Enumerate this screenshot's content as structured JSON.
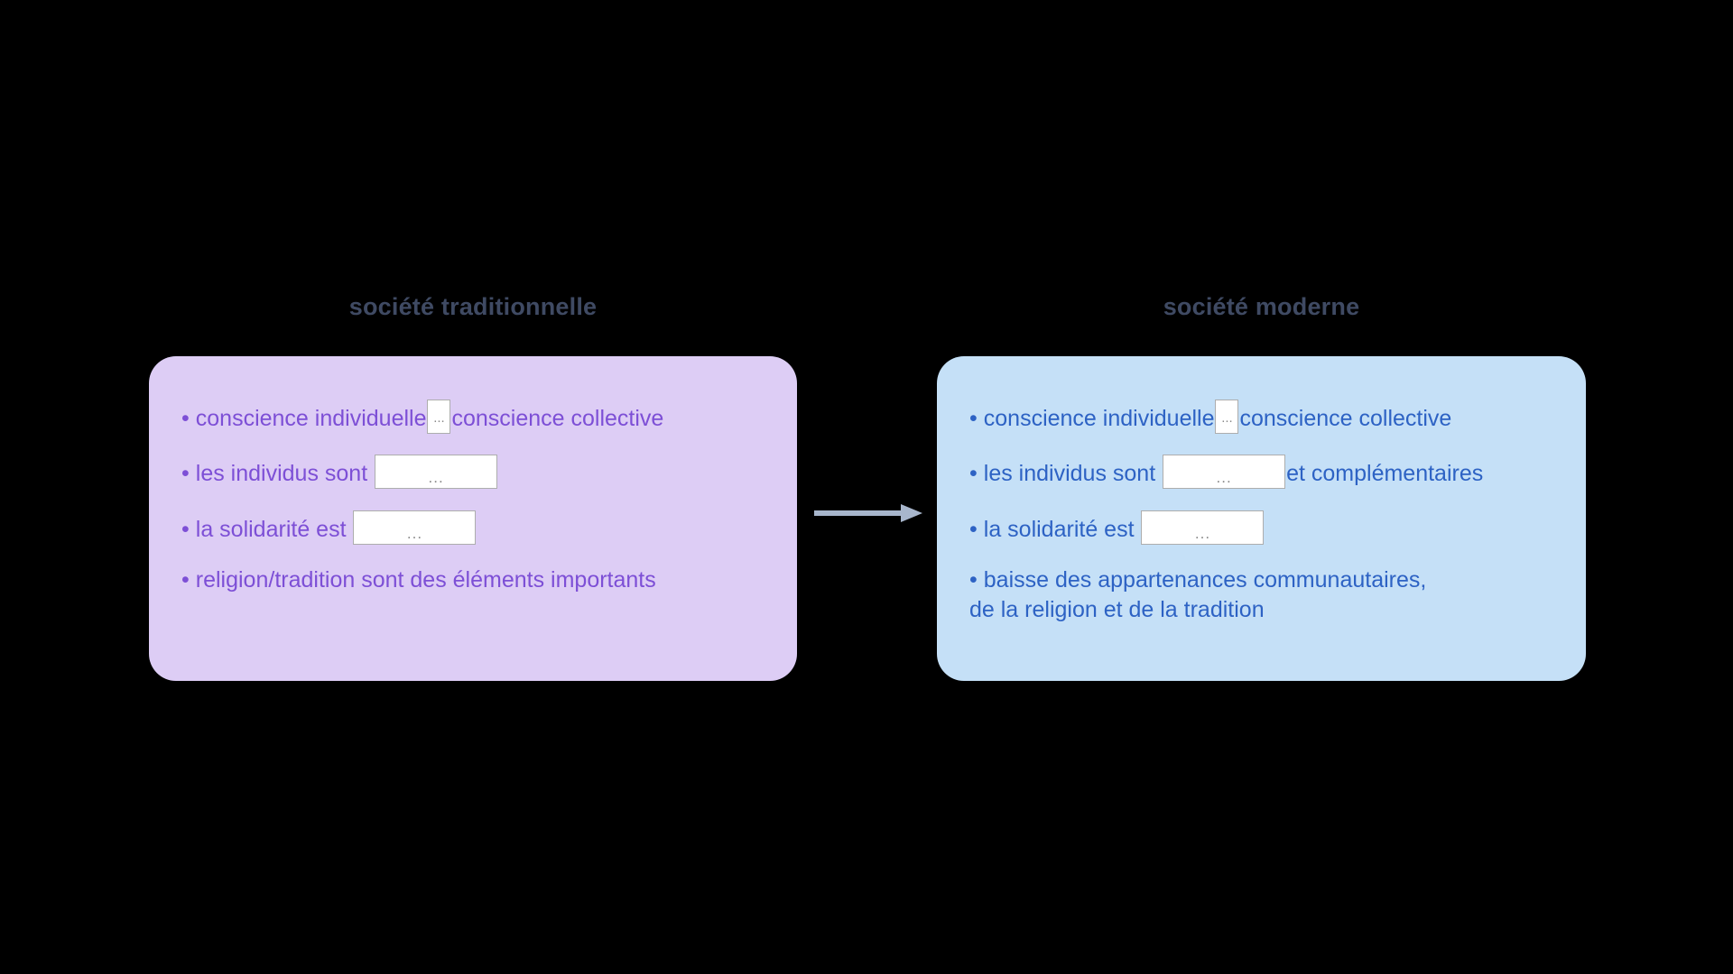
{
  "diagram": {
    "type": "two-panel-comparison",
    "background_color": "#000000",
    "arrow": {
      "name": "transition-arrow",
      "direction": "right",
      "color": "#a8b6cc"
    },
    "columns": [
      {
        "id": "traditional",
        "title": "société traditionnelle",
        "title_color": "#3f4a63",
        "panel_color": "#ddcdf5",
        "text_color": "#7d4fd6",
        "bullets": [
          {
            "id": "conscience",
            "marker": "•",
            "parts": [
              {
                "kind": "text",
                "value": "conscience individuelle"
              },
              {
                "kind": "blank",
                "size": "narrow",
                "value": "..."
              },
              {
                "kind": "text",
                "value": "conscience collective"
              }
            ]
          },
          {
            "id": "individus",
            "marker": "•",
            "parts": [
              {
                "kind": "text",
                "value": "les individus sont "
              },
              {
                "kind": "blank",
                "size": "wide",
                "value": "..."
              }
            ]
          },
          {
            "id": "solidarite",
            "marker": "•",
            "parts": [
              {
                "kind": "text",
                "value": "la solidarité est "
              },
              {
                "kind": "blank",
                "size": "wide",
                "value": "..."
              }
            ]
          },
          {
            "id": "religion",
            "marker": "•",
            "parts": [
              {
                "kind": "text",
                "value": "religion/tradition sont des éléments importants"
              }
            ]
          }
        ]
      },
      {
        "id": "modern",
        "title": "société moderne",
        "title_color": "#3f4a63",
        "panel_color": "#c5e0f7",
        "text_color": "#2d62c4",
        "bullets": [
          {
            "id": "conscience",
            "marker": "•",
            "parts": [
              {
                "kind": "text",
                "value": "conscience individuelle"
              },
              {
                "kind": "blank",
                "size": "narrow",
                "value": "..."
              },
              {
                "kind": "text",
                "value": "conscience collective"
              }
            ]
          },
          {
            "id": "individus",
            "marker": "•",
            "parts": [
              {
                "kind": "text",
                "value": "les individus sont "
              },
              {
                "kind": "blank",
                "size": "wide",
                "value": "..."
              },
              {
                "kind": "text",
                "value": "et complémentaires"
              }
            ]
          },
          {
            "id": "solidarite",
            "marker": "•",
            "parts": [
              {
                "kind": "text",
                "value": "la solidarité est "
              },
              {
                "kind": "blank",
                "size": "wide",
                "value": "..."
              }
            ]
          },
          {
            "id": "appartenances",
            "marker": "•",
            "parts": [
              {
                "kind": "text",
                "value": "baisse des appartenances communautaires,\nde la religion et de la tradition"
              }
            ]
          }
        ]
      }
    ]
  }
}
